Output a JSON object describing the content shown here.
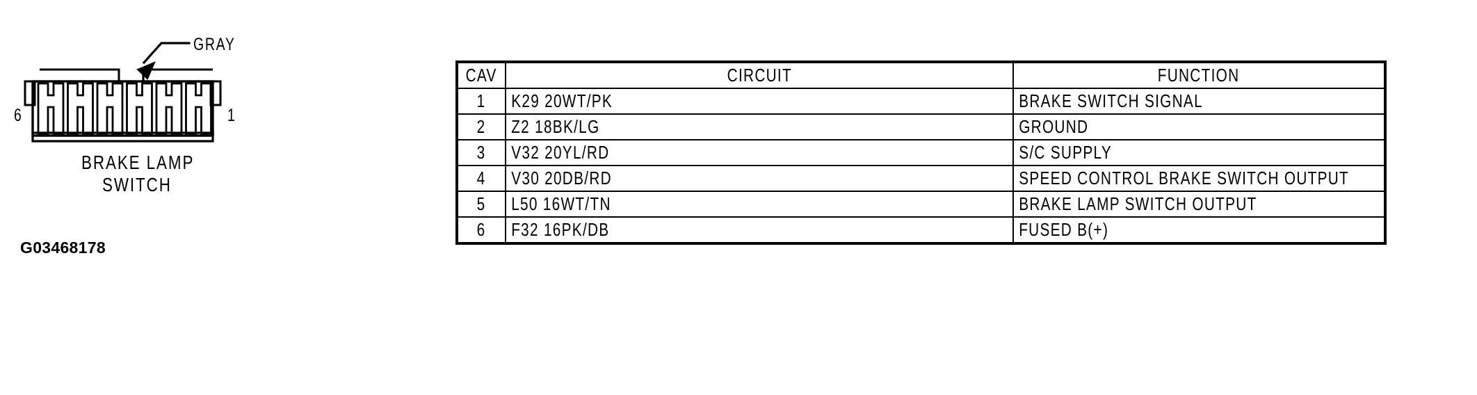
{
  "figure": {
    "code": "G03468178",
    "caption_line1": "BRAKE LAMP",
    "caption_line2": "SWITCH",
    "callout_label": "GRAY",
    "pin_left_number": "6",
    "pin_right_number": "1",
    "cavity_count": 6,
    "line_color": "#000000",
    "background_color": "#FFFFFF"
  },
  "table": {
    "columns": [
      "CAV",
      "CIRCUIT",
      "FUNCTION"
    ],
    "rows": [
      {
        "cav": "1",
        "circuit": "K29 20WT/PK",
        "function": "BRAKE SWITCH SIGNAL"
      },
      {
        "cav": "2",
        "circuit": "Z2 18BK/LG",
        "function": "GROUND"
      },
      {
        "cav": "3",
        "circuit": "V32 20YL/RD",
        "function": "S/C SUPPLY"
      },
      {
        "cav": "4",
        "circuit": "V30 20DB/RD",
        "function": "SPEED CONTROL BRAKE SWITCH OUTPUT"
      },
      {
        "cav": "5",
        "circuit": "L50 16WT/TN",
        "function": "BRAKE LAMP SWITCH OUTPUT"
      },
      {
        "cav": "6",
        "circuit": "F32 16PK/DB",
        "function": "FUSED B(+)"
      }
    ]
  }
}
